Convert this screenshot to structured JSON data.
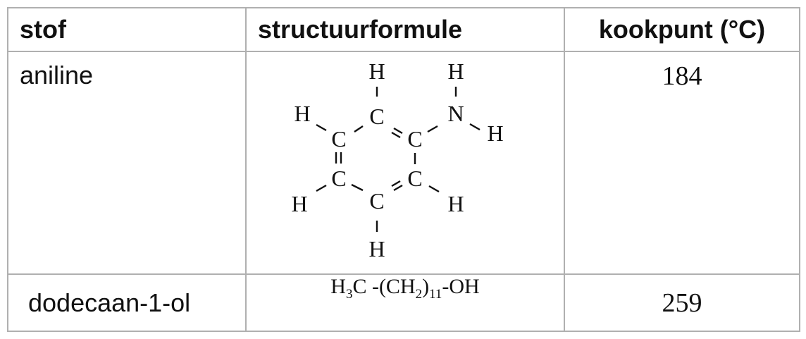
{
  "table": {
    "headers": [
      "stof",
      "structuurformule",
      "kookpunt (°C)"
    ],
    "rows": [
      {
        "name": "aniline",
        "boiling_point": "184",
        "structure": {
          "atoms": {
            "h_top1": "H",
            "h_top2": "H",
            "h_left_up": "H",
            "c_top": "C",
            "n": "N",
            "c_left_up": "C",
            "c_right_up": "C",
            "h_right_n": "H",
            "c_left_down": "C",
            "c_right_down": "C",
            "h_left_down": "H",
            "h_right_down": "H",
            "c_bottom": "C",
            "h_bottom": "H"
          }
        }
      },
      {
        "name": "dodecaan-1-ol",
        "boiling_point": "259",
        "formula": {
          "h3c": "H",
          "sub3": "3",
          "c": "C -(CH",
          "sub2": "2",
          "paren": ")",
          "sub11": "11",
          "oh": "-OH"
        }
      }
    ]
  }
}
